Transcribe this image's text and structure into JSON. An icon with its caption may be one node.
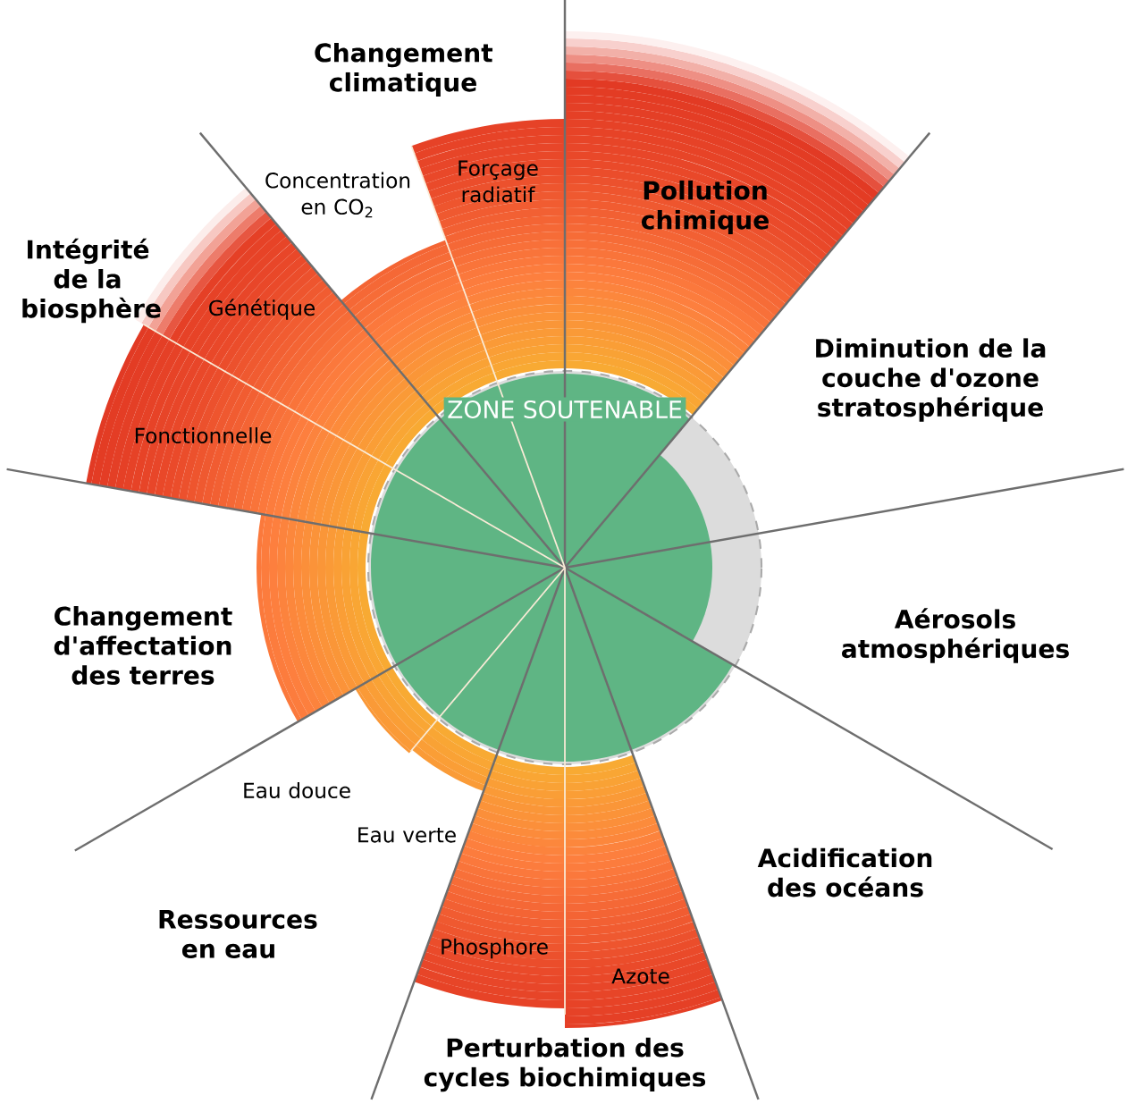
{
  "diagram": {
    "nodes": [
      {
        "text": [
          "Forçage radiatif"
        ]
      },
      {
        "text": [
          "Concentration en CO$_{2}$"
        ]
      },
      {
        "text": [
          "Pollution chimique"
        ]
      },
      {
        "text": [
          "Génétique"
        ]
      },
      {
        "text": [
          "Fonctionnelle"
        ]
      },
      {
        "text": [
          "ZONE SOUTENABLE"
        ]
      },
      {
        "text": [],
        "shape": "wedge"
      },
      {
        "text": [],
        "shape": "wedge"
      },
      {
        "text": [],
        "shape": "wedge"
      },
      {
        "text": [
          "Phosphore"
        ]
      },
      {
        "text": [
          "Azote"
        ]
      }
    ],
    "edges": [],
    "labels": [
      "Changement climatique",
      "Intégrité de la biosphère",
      "Diminution de la couche d'ozone stratosphérique",
      "Aérosols atmosphériques",
      "Changement d'affectation des terres",
      "Eau douce",
      "Eau verte",
      "Acidification des océans",
      "Ressources en eau",
      "Perturbation des cycles biochimiques"
    ]
  }
}
